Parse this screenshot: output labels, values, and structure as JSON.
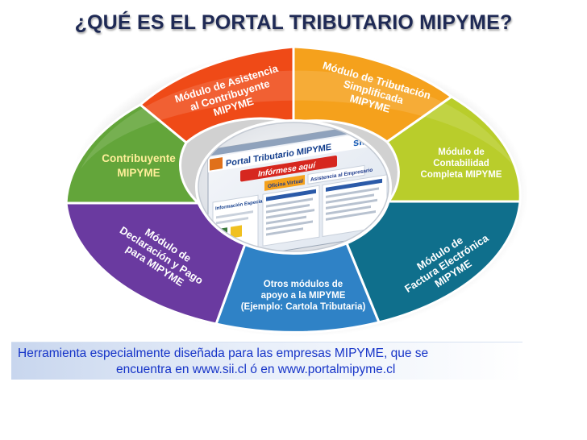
{
  "title": "¿QUÉ ES EL PORTAL TRIBUTARIO MIPYME?",
  "segments": {
    "asistencia": [
      "Módulo de Asistencia",
      "al Contribuyente",
      "MIPYME"
    ],
    "tributacion": [
      "Módulo de Tributación",
      "Simplificada",
      "MIPYME"
    ],
    "contabilidad": [
      "Módulo de",
      "Contabilidad",
      "Completa MIPYME"
    ],
    "factura": [
      "Módulo de",
      "Factura Electrónica",
      "MIPYME"
    ],
    "otros": [
      "Otros módulos de",
      "apoyo a la MIPYME",
      "(Ejemplo: Cartola Tributaria)"
    ],
    "declaracion": [
      "Módulo de",
      "Declaración y Pago",
      "para MIPYME"
    ],
    "contribuyente": [
      "Contribuyente",
      "MIPYME"
    ]
  },
  "screenshot": {
    "header": "Portal Tributario MIPYME",
    "logo": "sii",
    "banner": "Infórmese aquí",
    "tab1": "Oficina Virtual",
    "tab2": "Asistencia al Empresario",
    "box1": "Información Especializada"
  },
  "colors": {
    "orange_red": "#ef4a17",
    "orange": "#f5a11c",
    "lime": "#b9cd2b",
    "teal": "#0f6f8c",
    "blue": "#2f82c6",
    "purple": "#6a3aa0",
    "green": "#63a53a",
    "footer_text": "#1634c8"
  },
  "footer": {
    "line1": "Herramienta especialmente diseñada para las empresas MIPYME, que se",
    "line2": "encuentra en www.sii.cl ó en www.portalmipyme.cl"
  }
}
